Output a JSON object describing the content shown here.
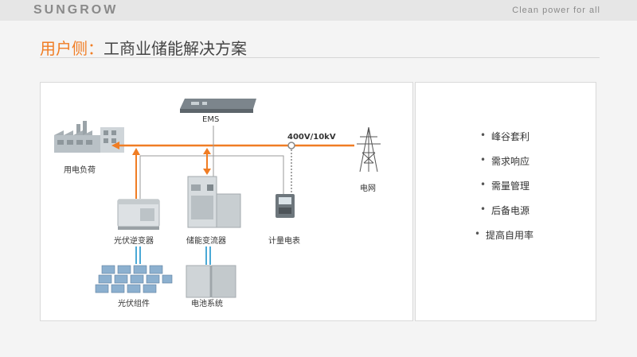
{
  "header": {
    "brand": "SUNGROW",
    "tagline": "Clean power for all"
  },
  "title": {
    "accent": "用户侧：",
    "rest": "工商业储能解决方案"
  },
  "diagram": {
    "ems": "EMS",
    "load": "用电负荷",
    "voltage": "400V/10kV",
    "grid": "电网",
    "pv_inverter": "光伏逆变器",
    "storage_converter": "储能变流器",
    "meter": "计量电表",
    "pv_modules": "光伏组件",
    "battery": "电池系统"
  },
  "benefits": {
    "bullet": "•",
    "items": [
      "峰谷套利",
      "需求响应",
      "需量管理",
      "后备电源",
      "提高自用率"
    ]
  },
  "colors": {
    "accent": "#f07d24",
    "dc_line": "#4aa9d6",
    "comm_line": "#9a9a9a"
  }
}
